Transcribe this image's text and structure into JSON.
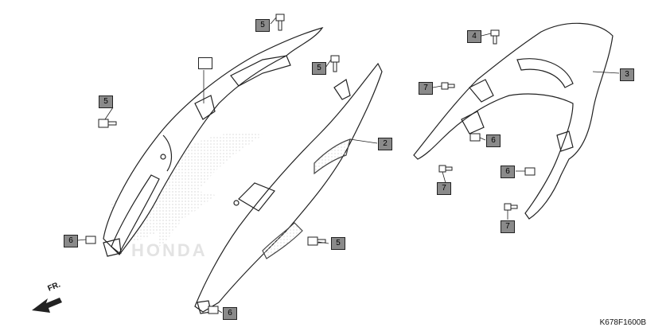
{
  "diagram_code": "K678F1600B",
  "direction_label": "FR.",
  "callouts": {
    "c1": "",
    "c2": "2",
    "c3": "3",
    "c4": "4",
    "c5a": "5",
    "c5b": "5",
    "c5c": "5",
    "c5d": "5",
    "c6a": "6",
    "c6b": "6",
    "c6c": "6",
    "c6d": "6",
    "c7a": "7",
    "c7b": "7",
    "c7c": "7"
  },
  "colors": {
    "callout_fill": "#8a8a8a",
    "line": "#222222",
    "watermark": "#d8d8d8"
  }
}
